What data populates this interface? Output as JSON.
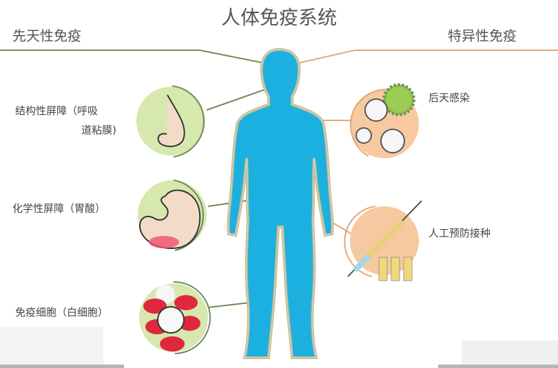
{
  "title": "人体免疫系统",
  "sections": {
    "left": {
      "label": "先天性免疫",
      "color": "#6c8a5c"
    },
    "right": {
      "label": "特异性免疫",
      "color": "#e3a878"
    }
  },
  "left_items": [
    {
      "label": "结构性屏障（呼吸",
      "label2": "道粘膜)",
      "icon": "nose-icon"
    },
    {
      "label": "化学性屏障（胃酸）",
      "icon": "stomach-icon"
    },
    {
      "label": "免疫细胞（白细胞）",
      "icon": "blood-cells-icon"
    }
  ],
  "right_items": [
    {
      "label": "后天感染",
      "icon": "virus-cells-icon"
    },
    {
      "label": "人工预防接种",
      "icon": "syringe-vaccine-icon"
    }
  ],
  "colors": {
    "body": "#1cb0e0",
    "body_outline": "#d8b27a",
    "left_circle": "#d6e8ae",
    "right_circle": "#f7c9a0"
  }
}
